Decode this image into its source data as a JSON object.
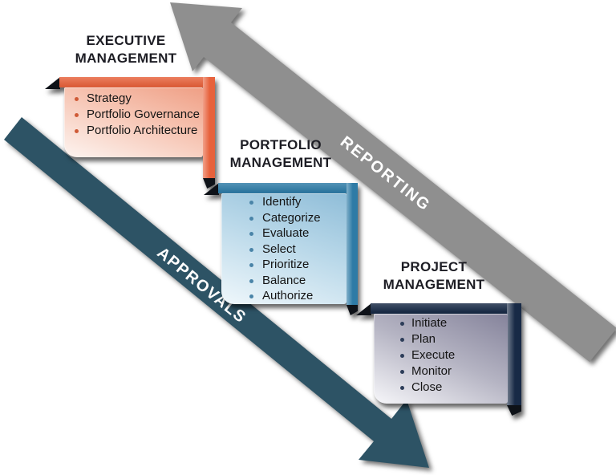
{
  "background_color": "#ffffff",
  "boxes": [
    {
      "title_line1": "EXECUTIVE",
      "title_line2": "MANAGEMENT",
      "accent": "#e7623c",
      "bullet_color": "#cf5a36",
      "items": [
        "Strategy",
        "Portfolio Governance",
        "Portfolio Architecture"
      ]
    },
    {
      "title_line1": "PORTFOLIO",
      "title_line2": "MANAGEMENT",
      "accent": "#2e7ba6",
      "bullet_color": "#4a84a8",
      "items": [
        "Identify",
        "Categorize",
        "Evaluate",
        "Select",
        "Prioritize",
        "Balance",
        "Authorize"
      ]
    },
    {
      "title_line1": "PROJECT",
      "title_line2": "MANAGEMENT",
      "accent": "#182a46",
      "bullet_color": "#2d3d59",
      "items": [
        "Initiate",
        "Plan",
        "Execute",
        "Monitor",
        "Close"
      ]
    }
  ],
  "arrows": {
    "reporting": {
      "label": "REPORTING",
      "color": "#8f8f8f",
      "text_color": "#ffffff"
    },
    "approvals": {
      "label": "APPROVALS",
      "color": "#2d5365",
      "text_color": "#ffffff"
    }
  },
  "title_text_color": "#1d1d24",
  "body_text_color": "#141414"
}
